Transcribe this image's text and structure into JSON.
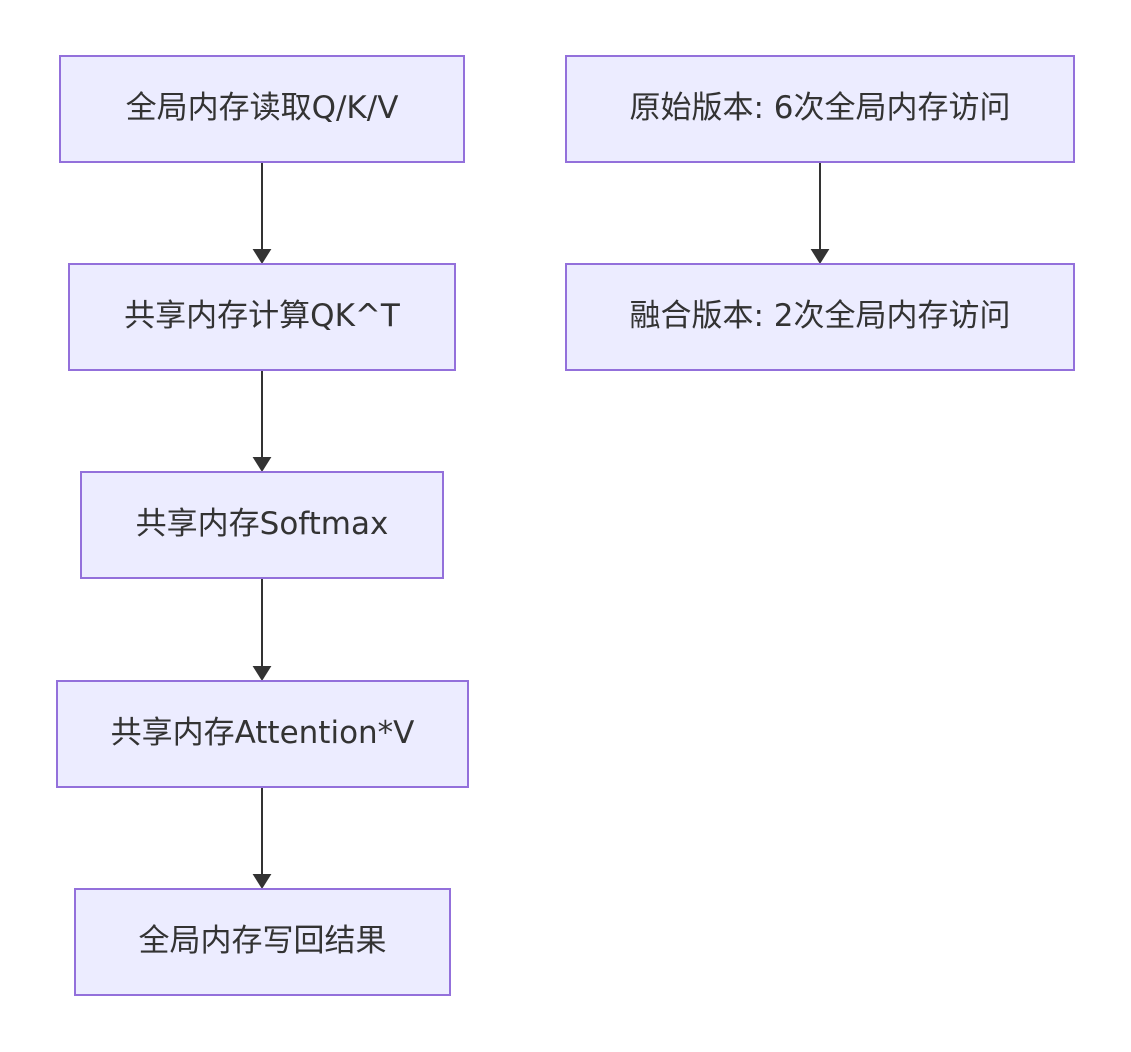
{
  "diagram": {
    "type": "flowchart",
    "direction": "top-down",
    "background": "#FFFFFF",
    "node_style": {
      "fill": "#ECECFF",
      "border": "#9370DB",
      "text_color": "#333333"
    },
    "edge_style": {
      "color": "#333333",
      "arrowhead": "filled-triangle"
    },
    "pipeline": {
      "nodes": [
        {
          "id": "A",
          "label": "全局内存读取Q/K/V"
        },
        {
          "id": "B",
          "label": "共享内存计算QK^T"
        },
        {
          "id": "C",
          "label": "共享内存Softmax"
        },
        {
          "id": "D",
          "label": "共享内存Attention*V"
        },
        {
          "id": "E",
          "label": "全局内存写回结果"
        }
      ],
      "edges": [
        {
          "from": "A",
          "to": "B"
        },
        {
          "from": "B",
          "to": "C"
        },
        {
          "from": "C",
          "to": "D"
        },
        {
          "from": "D",
          "to": "E"
        }
      ]
    },
    "comparison": {
      "nodes": [
        {
          "id": "F",
          "label": "原始版本: 6次全局内存访问"
        },
        {
          "id": "G",
          "label": "融合版本: 2次全局内存访问"
        }
      ],
      "edges": [
        {
          "from": "F",
          "to": "G"
        }
      ]
    }
  }
}
